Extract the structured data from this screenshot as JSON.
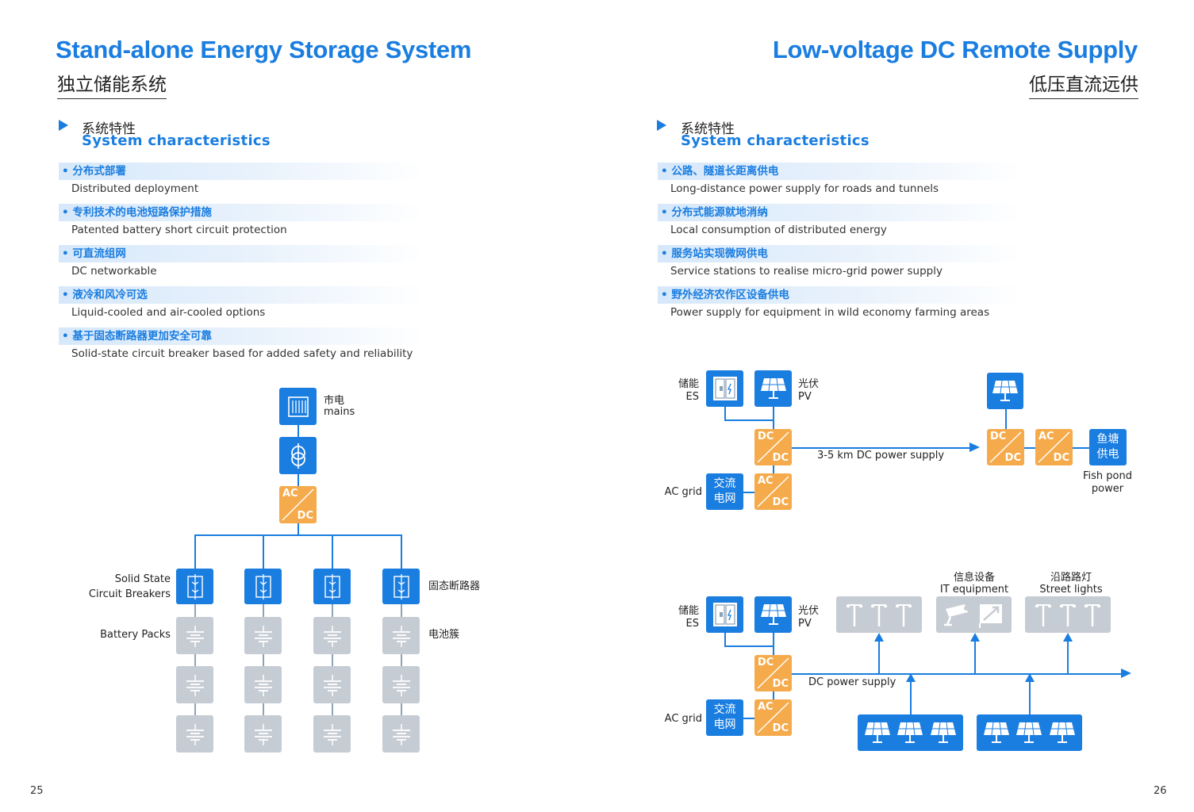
{
  "left": {
    "title_en": "Stand-alone Energy Storage System",
    "title_cn": "独立储能系统",
    "section_cn": "系统特性",
    "section_en": "System characteristics",
    "features": [
      {
        "cn": "• 分布式部署",
        "en": "Distributed deployment"
      },
      {
        "cn": "• 专利技术的电池短路保护措施",
        "en": "Patented battery short circuit protection"
      },
      {
        "cn": "• 可直流组网",
        "en": "DC networkable"
      },
      {
        "cn": "• 液冷和风冷可选",
        "en": "Liquid-cooled and air-cooled options"
      },
      {
        "cn": "• 基于固态断路器更加安全可靠",
        "en": "Solid-state circuit breaker based for added safety and reliability"
      }
    ],
    "diagram": {
      "mains_cn": "市电",
      "mains_en": "mains",
      "acdc_top": "AC",
      "acdc_bottom": "DC",
      "breaker_en_1": "Solid State",
      "breaker_en_2": "Circuit Breakers",
      "breaker_cn": "固态断路器",
      "battery_en": "Battery Packs",
      "battery_cn": "电池簇"
    },
    "page_number": "25"
  },
  "right": {
    "title_en": "Low-voltage DC Remote Supply",
    "title_cn": "低压直流远供",
    "section_cn": "系统特性",
    "section_en": "System characteristics",
    "features": [
      {
        "cn": "• 公路、隧道长距离供电",
        "en": "Long-distance power supply for roads and tunnels"
      },
      {
        "cn": "• 分布式能源就地消纳",
        "en": "Local consumption of distributed energy"
      },
      {
        "cn": "• 服务站实现微网供电",
        "en": "Service stations to realise micro-grid power supply"
      },
      {
        "cn": "• 野外经济农作区设备供电",
        "en": "Power supply for equipment in wild economy farming areas"
      }
    ],
    "diagram1": {
      "es_cn": "储能",
      "es_en": "ES",
      "pv_cn": "光伏",
      "pv_en": "PV",
      "dc": "DC",
      "ac": "AC",
      "grid_en": "AC grid",
      "grid_cn_1": "交流",
      "grid_cn_2": "电网",
      "supply_label": "3-5 km DC power supply",
      "fish_cn_1": "鱼塘",
      "fish_cn_2": "供电",
      "fish_en_1": "Fish pond",
      "fish_en_2": "power"
    },
    "diagram2": {
      "es_cn": "储能",
      "es_en": "ES",
      "pv_cn": "光伏",
      "pv_en": "PV",
      "dc": "DC",
      "ac": "AC",
      "grid_en": "AC grid",
      "grid_cn_1": "交流",
      "grid_cn_2": "电网",
      "supply_label": "DC power supply",
      "it_cn": "信息设备",
      "it_en": "IT equipment",
      "street_cn": "沿路路灯",
      "street_en": "Street lights"
    },
    "page_number": "26"
  },
  "colors": {
    "accent_blue": "#1a7de0",
    "converter_orange": "#f5ab4c",
    "battery_gray": "#c6ccd3"
  }
}
